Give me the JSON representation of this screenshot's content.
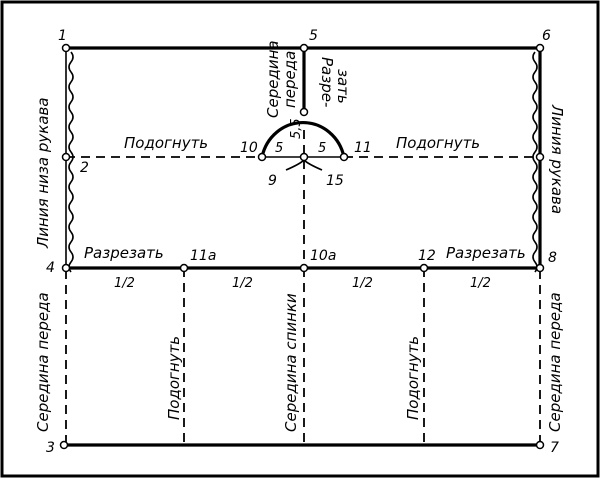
{
  "points": {
    "p1": "1",
    "p2": "2",
    "p3": "3",
    "p4": "4",
    "p5": "5",
    "p6": "6",
    "p7": "7",
    "p8": "8",
    "p9": "9",
    "p10": "10",
    "p10a": "10а",
    "p11": "11",
    "p11a": "11а",
    "p12": "12",
    "p15": "15"
  },
  "labels": {
    "podognut_left": "Подогнуть",
    "podognut_right": "Подогнуть",
    "razrezat_left": "Разрезать",
    "razrezat_right": "Разрезать",
    "seredina": "Середина",
    "pereda": "переда",
    "razre": "Разре-",
    "zat": "зать",
    "liniya_niza_rukava": "Линия низа рукава",
    "liniya_rukava": "Линия рукава",
    "seredina_pereda_left": "Середина переда",
    "seredina_pereda_right": "Середина переда",
    "podognut_v1": "Подогнуть",
    "podognut_v2": "Подогнуть",
    "seredina_spinki": "Середина спинки"
  },
  "measures": {
    "m5_5": "5,5",
    "m5_left": "5",
    "m5_right": "5",
    "half1": "1/2",
    "half2": "1/2",
    "half3": "1/2",
    "half4": "1/2"
  }
}
